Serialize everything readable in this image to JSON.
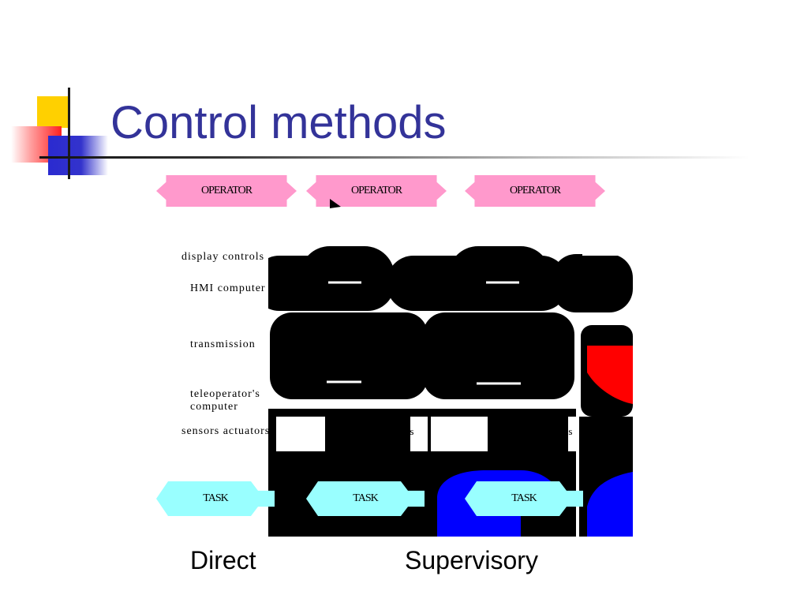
{
  "slide": {
    "title": "Control methods"
  },
  "diagram": {
    "operator_label": "OPERATOR",
    "task_label": "TASK",
    "layers": {
      "display": "display controls",
      "hmi": "HMI computer",
      "transmission": "transmission",
      "teleoperator": "teleoperator's",
      "teleoperator_line2": "computer",
      "sensors": "sensors actuators"
    },
    "inner_sensor_label": "sensors actuators",
    "captions": {
      "direct": "Direct",
      "supervisory": "Supervisory"
    },
    "colors": {
      "operator_fill": "#ff99cc",
      "task_fill": "#99ffff",
      "title": "#333399",
      "highlight_red": "#ff0000",
      "highlight_blue": "#0000ff"
    }
  }
}
